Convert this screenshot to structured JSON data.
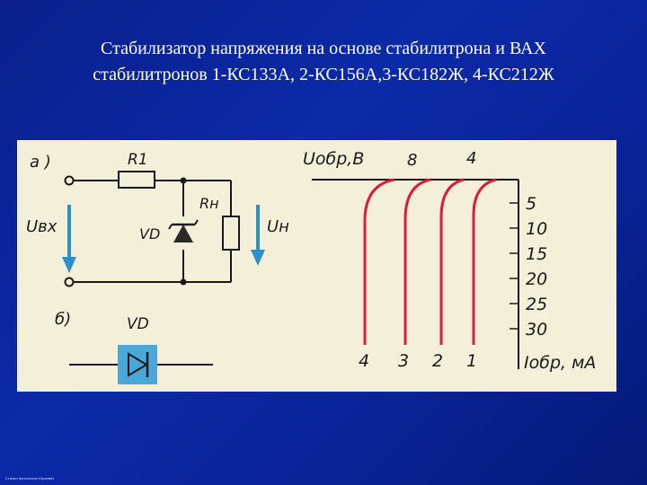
{
  "slide": {
    "title_line1": "Стабилизатор напряжения на основе стабилитрона и ВАХ",
    "title_line2": "стабилитронов 1-КС133А, 2-КС156А,3-КС182Ж, 4-КС212Ж",
    "footer": "Стилин Константин Юрьевич"
  },
  "schematic": {
    "label_a": "а )",
    "label_b": "б)",
    "r1": "R1",
    "rn": "Rн",
    "vd": "VD",
    "vd_b": "VD",
    "u_in": "Uвх",
    "u_out": "Uн"
  },
  "vac": {
    "y_axis_label": "Uобр,В",
    "top_labels": [
      "8",
      "4"
    ],
    "curve_numbers": [
      "4",
      "3",
      "2",
      "1"
    ],
    "current_ticks": [
      "5",
      "10",
      "15",
      "20",
      "25",
      "30"
    ],
    "x_axis_label": "Iобр, мА"
  },
  "colors": {
    "background": "#0b2aa8",
    "figure_bg": "#f3efd8",
    "curve": "#d81e3c",
    "arrow": "#2a90c8",
    "diode_highlight": "#4aa8d8"
  }
}
